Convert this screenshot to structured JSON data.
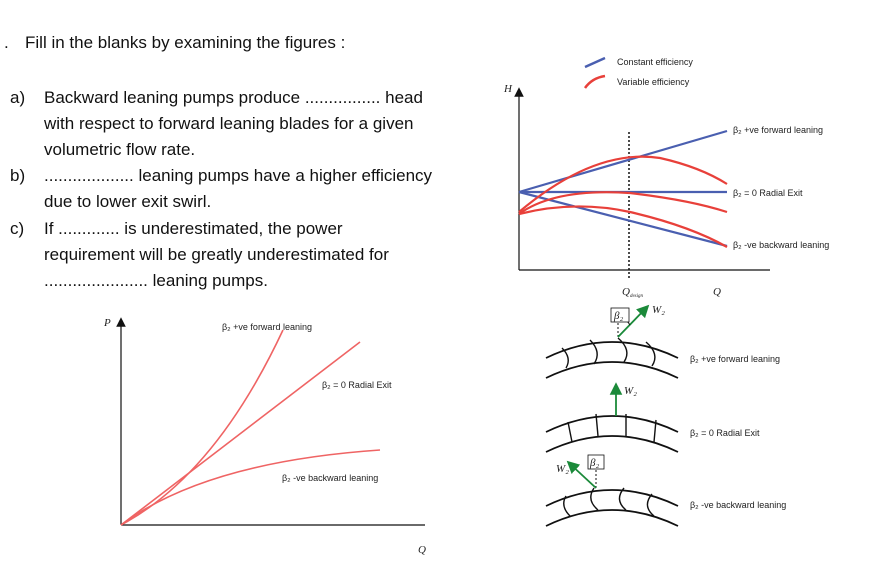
{
  "question": {
    "number": ".",
    "prompt": "Fill in the blanks by examining the figures :",
    "items": [
      {
        "label": "a)",
        "line1": "Backward leaning pumps produce ................ head",
        "line2": "with respect to forward leaning blades for a given",
        "line3": "volumetric flow rate."
      },
      {
        "label": "b)",
        "line1": "................... leaning pumps have a higher efficiency",
        "line2": "due to lower exit swirl."
      },
      {
        "label": "c)",
        "line1": "If ............. is underestimated, the power",
        "line2": "requirement will be greatly underestimated for",
        "line3": "...................... leaning pumps."
      }
    ]
  },
  "head_chart": {
    "y_axis": "H",
    "x_marks": [
      "Q",
      "Q"
    ],
    "x_mark_sub": "design",
    "legend": [
      "Constant efficiency",
      "Variable efficiency"
    ],
    "curve_labels": [
      "β₂ +ve forward leaning",
      "β₂ = 0 Radial Exit",
      "β₂ -ve backward leaning"
    ]
  },
  "power_chart": {
    "y_axis": "P",
    "x_axis": "Q",
    "curve_labels": [
      "β₂ +ve forward leaning",
      "β₂ = 0 Radial Exit",
      "β₂ -ve backward leaning"
    ]
  },
  "blade_diagram": {
    "vector": "W₂",
    "angle": "β₂",
    "labels": [
      "β₂ +ve forward leaning",
      "β₂ = 0 Radial Exit",
      "β₂ -ve backward leaning"
    ]
  },
  "colors": {
    "constant": "#4a5fb0",
    "variable": "#e8403a",
    "power": "#ef6464",
    "arrow": "#1b8a3a"
  }
}
